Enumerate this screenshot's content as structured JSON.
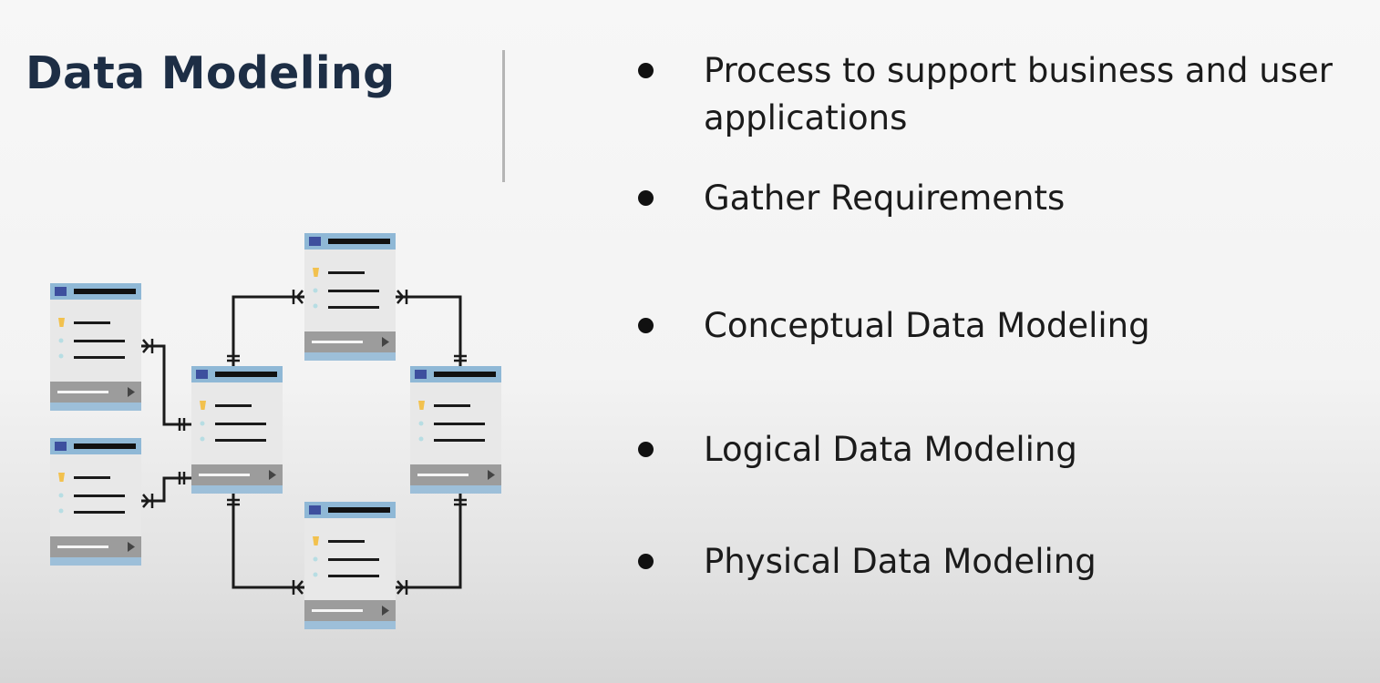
{
  "slide": {
    "title": "Data Modeling"
  },
  "bullets": [
    {
      "text": "Process to support business and user applications"
    },
    {
      "text": "Gather Requirements"
    },
    {
      "text": "Conceptual Data Modeling"
    },
    {
      "text": "Logical Data Modeling"
    },
    {
      "text": "Physical Data Modeling"
    }
  ],
  "diagram": {
    "table_count": 6,
    "relationship_count": 6,
    "icons": [
      "table-icon",
      "key-icon",
      "play-arrow-icon",
      "crows-foot-connector"
    ],
    "colors": {
      "table_header": "#8fb8d6",
      "table_header_chip": "#3d4f9e",
      "table_body": "#e8e8e8",
      "table_footer": "#9c9c9c",
      "key": "#f2c14e",
      "field_dot": "#b7dde3",
      "line": "#1a1a1a",
      "title_text": "#1d2e45"
    }
  }
}
